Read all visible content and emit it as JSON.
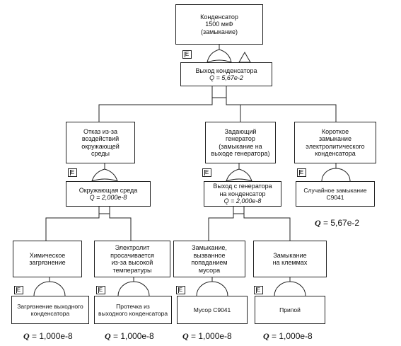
{
  "top": {
    "title": "Конденсатор\n1500 мкФ\n(замыкание)",
    "gate_label": "Выход конденсатора",
    "gate_q": "Q = 5,67e-2"
  },
  "mid": {
    "env": {
      "title": "Отказ из-за\nвоздействий\nокружающей\nсреды",
      "gate_label": "Окружающая среда",
      "gate_q": "Q = 2,000e-8"
    },
    "gen": {
      "title": "Задающий\nгенератор\n(замыкание на\nвыходе генератора)",
      "gate_label": "Выход с генератора\nна конденсатор",
      "gate_q": "Q = 2,000e-8"
    },
    "short": {
      "title": "Короткое\nзамыкание\nэлектролитического\nконденсатора",
      "event_label": "Случайное замыкание\nС9041",
      "q_symbol": "Q",
      "q_value": "= 5,67e-2"
    }
  },
  "bottom": [
    {
      "title": "Химическое\nзагрязнение",
      "event_label": "Загрязнение выходного\nконденсатора",
      "q_symbol": "Q",
      "q_value": "= 1,000e-8"
    },
    {
      "title": "Электролит\nпросачивается\nиз-за высокой\nтемпературы",
      "event_label": "Протечка из\nвыходного конденсатора",
      "q_symbol": "Q",
      "q_value": "= 1,000e-8"
    },
    {
      "title": "Замыкание,\nвызванное\nпопаданием\nмусора",
      "event_label": "Мусор С9041",
      "q_symbol": "Q",
      "q_value": "= 1,000e-8"
    },
    {
      "title": "Замыкание\nна клеммах",
      "event_label": "Припой",
      "q_symbol": "Q",
      "q_value": "= 1,000e-8"
    }
  ],
  "ie_marker": "E",
  "colors": {
    "line": "#222222",
    "background": "#ffffff"
  }
}
